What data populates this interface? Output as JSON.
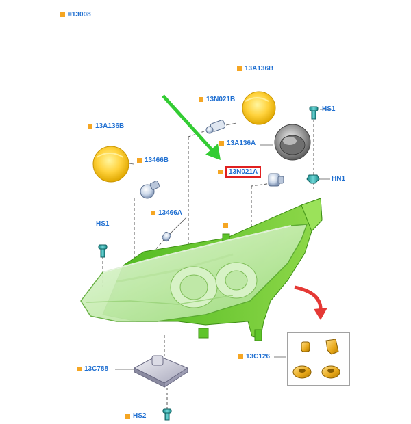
{
  "header": {
    "label": "=13008"
  },
  "callouts": {
    "a13a136b_top": "13A136B",
    "a13n021b": "13N021B",
    "hs1_right": "HS1",
    "a13a136b_left": "13A136B",
    "a13466b": "13466B",
    "a13a136a": "13A136A",
    "a13n021a": "13N021A",
    "hn1": "HN1",
    "hs1_left": "HS1",
    "a13466a": "13466A",
    "a13c126": "13C126",
    "a13c788": "13C788",
    "hs2": "HS2"
  },
  "colors": {
    "label_blue": "#1f6fd1",
    "marker_orange": "#f5a623",
    "highlight_red": "#e02020",
    "arrow_green": "#33cc33",
    "housing_green": "#66cc33",
    "cap_yellow": "#ffd23c",
    "rotate_arrow_red": "#e53935"
  }
}
